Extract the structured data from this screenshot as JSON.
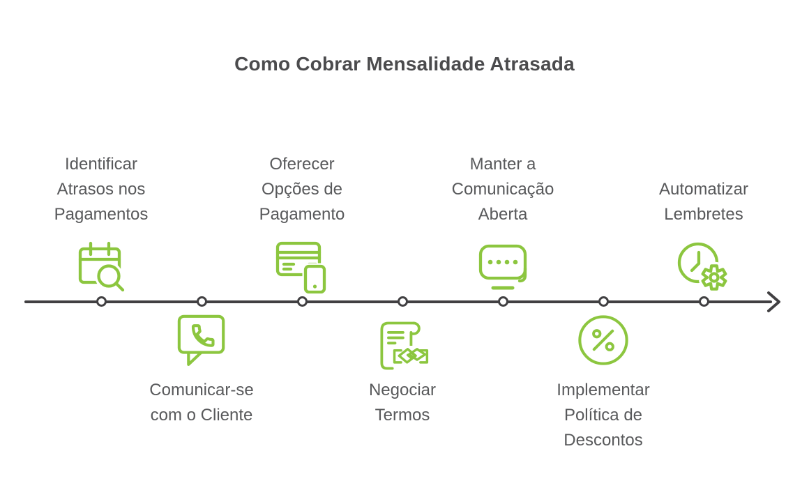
{
  "title": "Como Cobrar Mensalidade Atrasada",
  "colors": {
    "accent_green": "#8CC63F",
    "text_gray": "#58595B",
    "timeline_dark": "#414042"
  },
  "timeline": {
    "direction": "left-to-right",
    "arrow": "right",
    "dot_count": 7
  },
  "steps": [
    {
      "label": "Identificar\nAtrasos nos\nPagamentos",
      "icon": "calendar-search-icon",
      "position": "above"
    },
    {
      "label": "Comunicar-se\ncom o Cliente",
      "icon": "chat-phone-icon",
      "position": "below"
    },
    {
      "label": "Oferecer\nOpções de\nPagamento",
      "icon": "card-phone-icon",
      "position": "above"
    },
    {
      "label": "Negociar\nTermos",
      "icon": "contract-handshake-icon",
      "position": "below"
    },
    {
      "label": "Manter a\nComunicação\nAberta",
      "icon": "chat-dots-icon",
      "position": "above"
    },
    {
      "label": "Implementar\nPolítica de\nDescontos",
      "icon": "percent-circle-icon",
      "position": "below"
    },
    {
      "label": "Automatizar\nLembretes",
      "icon": "clock-gear-icon",
      "position": "above"
    }
  ]
}
